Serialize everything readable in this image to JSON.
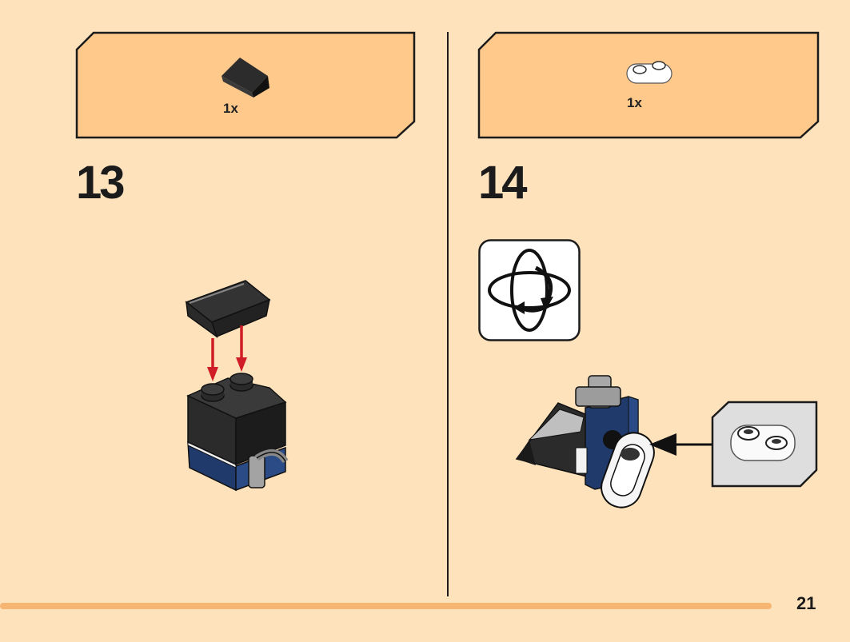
{
  "steps": [
    {
      "number": "13",
      "part_qty": "1x",
      "part_icon": "slope-brick-icon"
    },
    {
      "number": "14",
      "part_qty": "1x",
      "part_icon": "plate-1x2-rounded-icon"
    }
  ],
  "rotate_icon": "rotate-model-icon",
  "page_number": "21",
  "colors": {
    "background": "#fde2bc",
    "parts_box": "#fec98a",
    "black_brick": "#2b2b2b",
    "dark_blue": "#1f3a6b",
    "arrow_red": "#d01c24",
    "callout_grey": "#dedede"
  }
}
